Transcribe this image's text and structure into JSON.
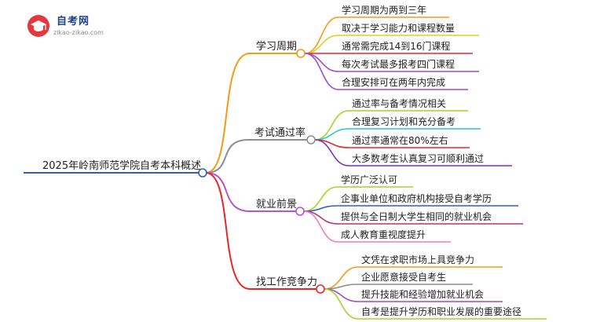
{
  "logo": {
    "title": "自考网",
    "url": "zikao-zikao.com"
  },
  "root": {
    "label": "2025年岭南师范学院自考本科概述"
  },
  "branches": [
    {
      "label": "学习周期",
      "color": "#f39c12",
      "children": [
        {
          "label": "学习周期为两到三年",
          "color": "#f39c12"
        },
        {
          "label": "取决于学习能力和课程数量",
          "color": "#d9d323"
        },
        {
          "label": "通常需完成14到16门课程",
          "color": "#e8262a"
        },
        {
          "label": "每次考试最多报考四门课程",
          "color": "#9b4dcb"
        },
        {
          "label": "合理安排可在两年内完成",
          "color": "#9b4dcb"
        }
      ]
    },
    {
      "label": "考试通过率",
      "color": "#8e8e8e",
      "children": [
        {
          "label": "通过率与备考情况相关",
          "color": "#a6d32a"
        },
        {
          "label": "合理复习计划和充分备考",
          "color": "#22c7d4"
        },
        {
          "label": "通过率通常在80%左右",
          "color": "#e8262a"
        },
        {
          "label": "大多数考生认真复习可顺利通过",
          "color": "#7a2fbf"
        }
      ]
    },
    {
      "label": "就业前景",
      "color": "#b356c8",
      "children": [
        {
          "label": "学历广泛认可",
          "color": "#a6d32a"
        },
        {
          "label": "企事业单位和政府机构接受自考学历",
          "color": "#2e5fc4"
        },
        {
          "label": "提供与全日制大学生相同的就业机会",
          "color": "#c0326c"
        },
        {
          "label": "成人教育重视度提升",
          "color": "#ef7fb6"
        }
      ]
    },
    {
      "label": "找工作竞争力",
      "color": "#e8262a",
      "children": [
        {
          "label": "文凭在求职市场上具竞争力",
          "color": "#f39c12"
        },
        {
          "label": "企业愿意接受自考生",
          "color": "#8e8e8e"
        },
        {
          "label": "提升技能和经验增加就业机会",
          "color": "#9b4dcb"
        },
        {
          "label": "自考是提升学历和职业发展的重要途径",
          "color": "#a6d32a"
        }
      ]
    }
  ]
}
